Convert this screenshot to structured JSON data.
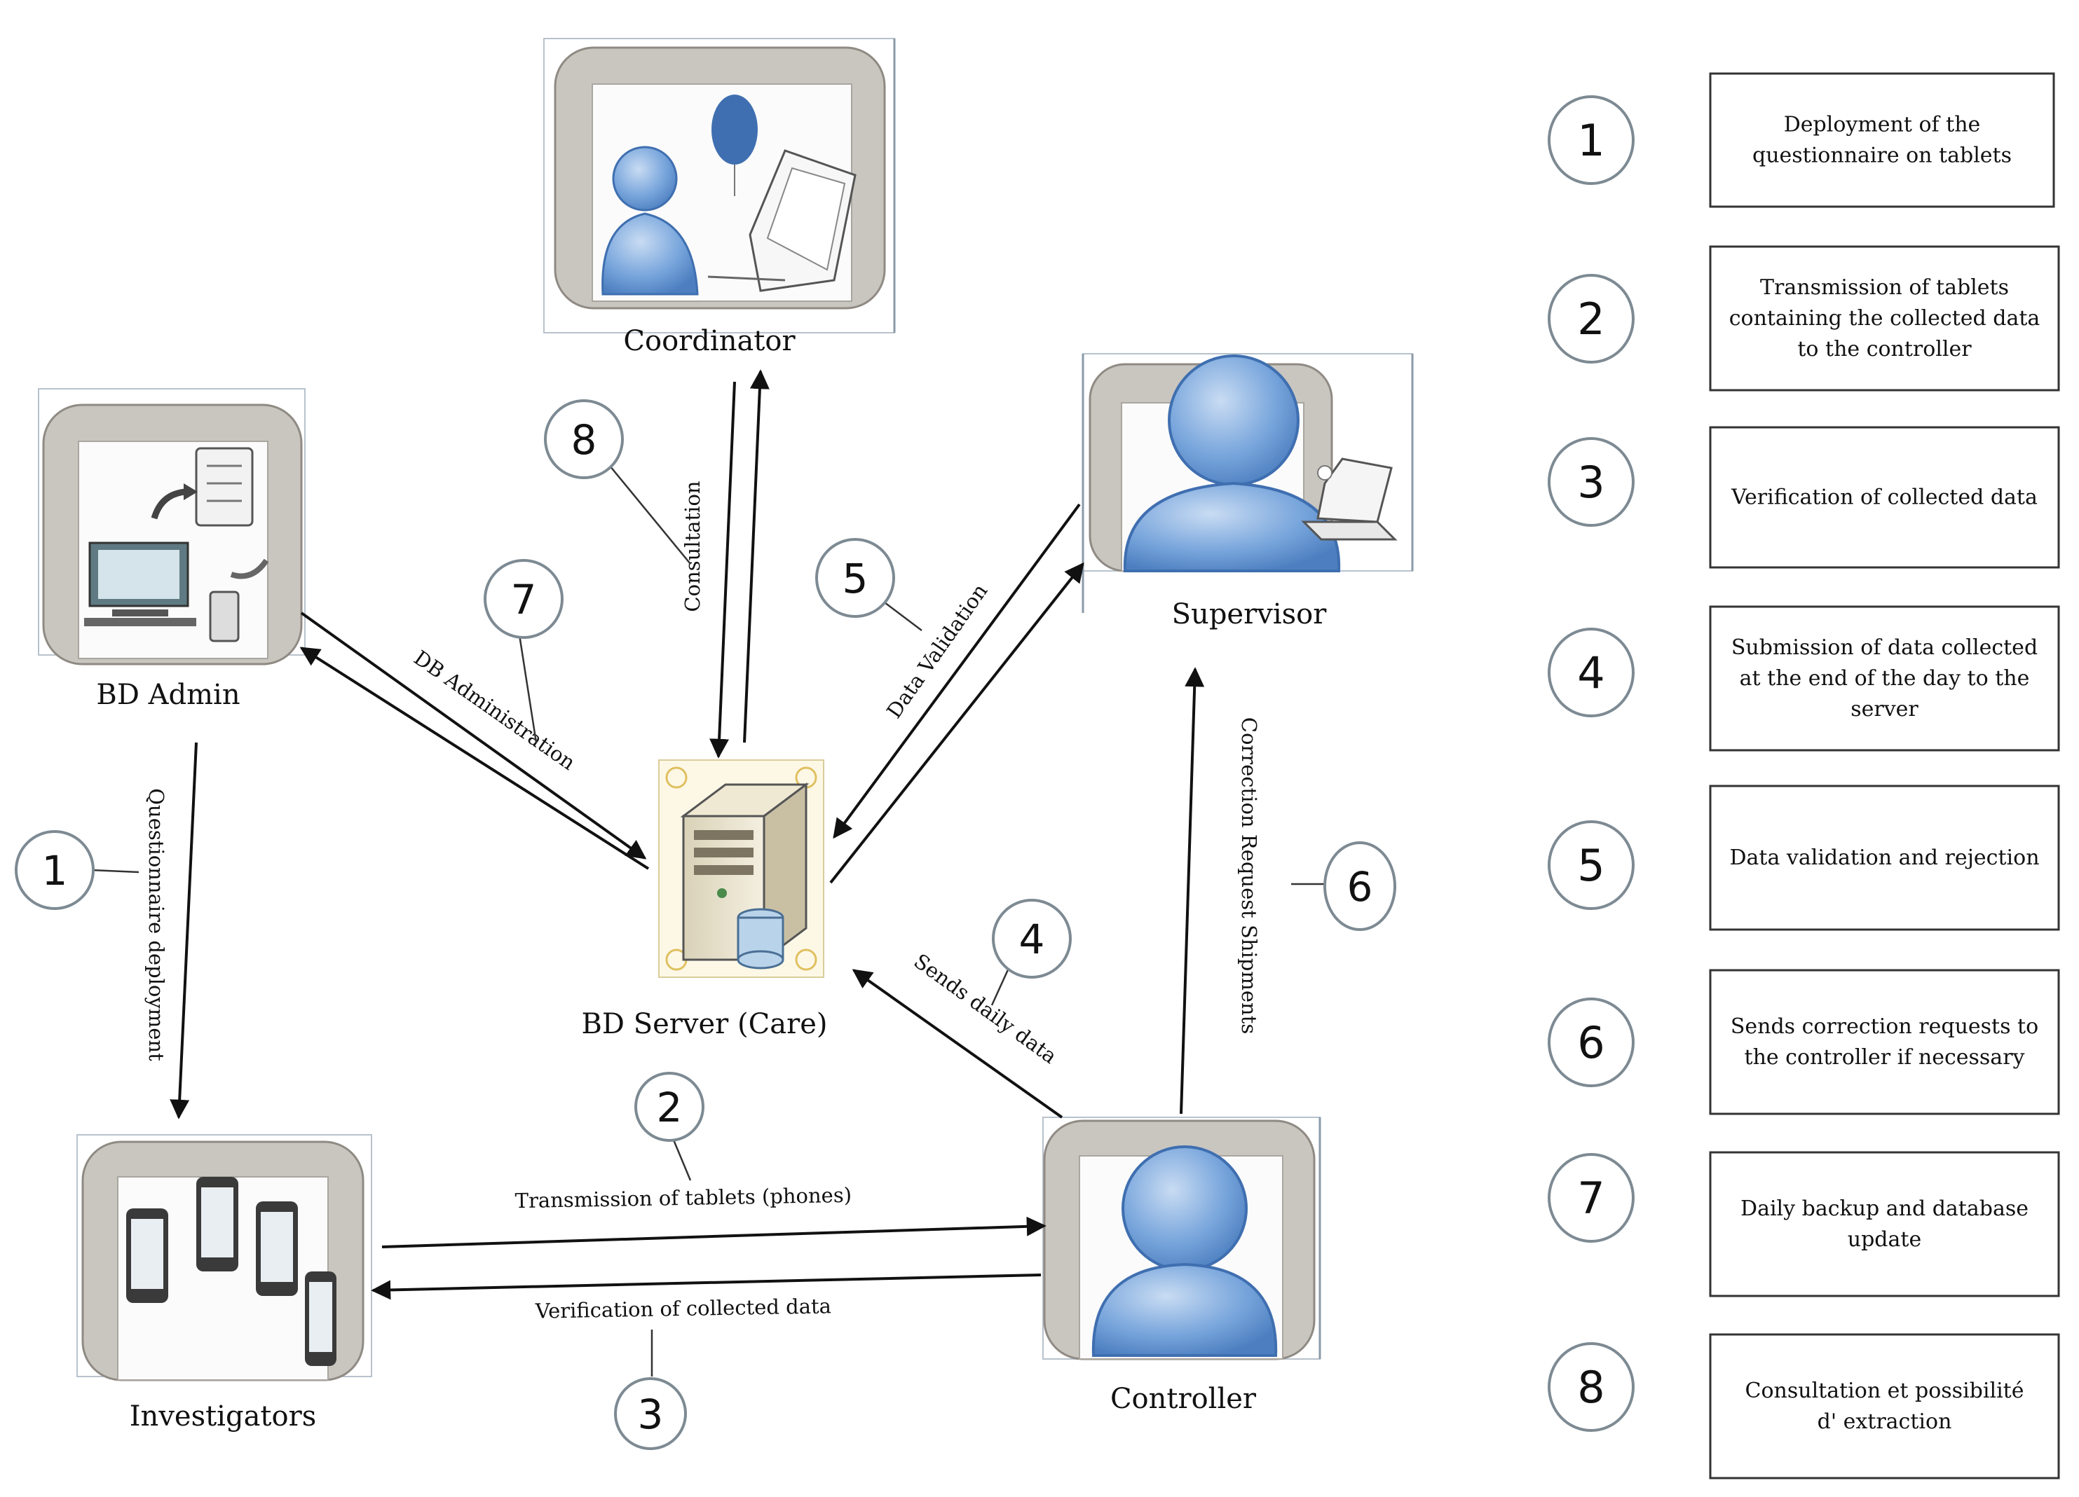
{
  "nodes": {
    "coordinator": "Coordinator",
    "bd_admin": "BD Admin",
    "supervisor": "Supervisor",
    "server": "BD Server (Care)",
    "investigators": "Investigators",
    "controller": "Controller"
  },
  "edges": [
    {
      "num": "8",
      "label": "Consultation"
    },
    {
      "num": "7",
      "label": "DB Administration"
    },
    {
      "num": "5",
      "label": "Data Validation"
    },
    {
      "num": "1",
      "label": "Questionnaire deployment"
    },
    {
      "num": "4",
      "label": "Sends daily data"
    },
    {
      "num": "6",
      "label": "Correction Request Shipments"
    },
    {
      "num": "2",
      "label": "Transmission of tablets (phones)"
    },
    {
      "num": "3",
      "label": "Verification of collected data"
    }
  ],
  "legend": [
    {
      "num": "1",
      "lines": [
        "Deployment of the",
        "questionnaire on tablets"
      ]
    },
    {
      "num": "2",
      "lines": [
        "Transmission of tablets",
        "containing the collected data",
        "to the controller"
      ]
    },
    {
      "num": "3",
      "lines": [
        "Verification of collected data"
      ]
    },
    {
      "num": "4",
      "lines": [
        "Submission of data collected",
        "at the end of the day to the",
        "server"
      ]
    },
    {
      "num": "5",
      "lines": [
        "Data validation and rejection"
      ]
    },
    {
      "num": "6",
      "lines": [
        "Sends correction requests to",
        "the controller if necessary"
      ]
    },
    {
      "num": "7",
      "lines": [
        "Daily backup and database",
        "update"
      ]
    },
    {
      "num": "8",
      "lines": [
        "Consultation et possibilité",
        "d' extraction"
      ]
    }
  ],
  "colors": {
    "person": "#79a6dc",
    "person_dark": "#3f6fb0",
    "frame": "#c9c6c0",
    "line": "#111111",
    "circle_stroke": "#7d8a93"
  }
}
